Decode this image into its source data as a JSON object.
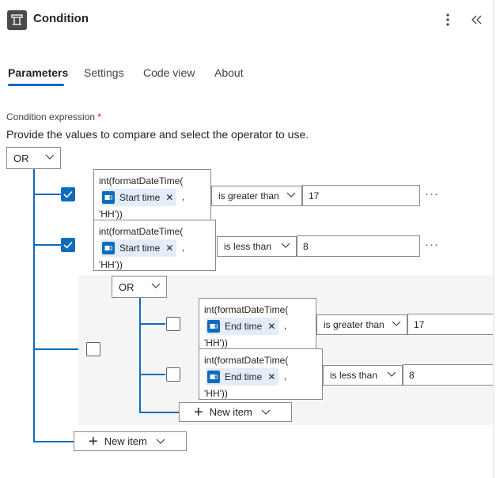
{
  "header": {
    "title": "Condition"
  },
  "tabs": [
    "Parameters",
    "Settings",
    "Code view",
    "About"
  ],
  "condition_expression_label": "Condition expression",
  "required_mark": "*",
  "description": "Provide the values to compare and select the operator to use.",
  "root_operator": "OR",
  "rows": [
    {
      "checked": true,
      "expr_prefix": "int(formatDateTime(",
      "token": "Start time",
      "token_x": "✕",
      "comma": ",",
      "expr_suffix": "'HH'))",
      "operator": "is greater than",
      "value": "17",
      "more": "···"
    },
    {
      "checked": true,
      "expr_prefix": "int(formatDateTime(",
      "token": "Start time",
      "token_x": "✕",
      "comma": ",",
      "expr_suffix": "'HH'))",
      "operator": "is less than",
      "value": "8",
      "more": "···"
    }
  ],
  "group": {
    "checked": false,
    "operator": "OR",
    "rows": [
      {
        "checked": false,
        "expr_prefix": "int(formatDateTime(",
        "token": "End time",
        "token_x": "✕",
        "comma": ",",
        "expr_suffix": "'HH'))",
        "operator": "is greater than",
        "value": "17"
      },
      {
        "checked": false,
        "expr_prefix": "int(formatDateTime(",
        "token": "End time",
        "token_x": "✕",
        "comma": ",",
        "expr_suffix": "'HH'))",
        "operator": "is less than",
        "value": "8"
      }
    ],
    "new_item": "New item"
  },
  "new_item": "New item",
  "colors": {
    "accent": "#0f6cbd",
    "token_bg": "#e3ecf8",
    "group_bg": "#f5f5f5"
  }
}
